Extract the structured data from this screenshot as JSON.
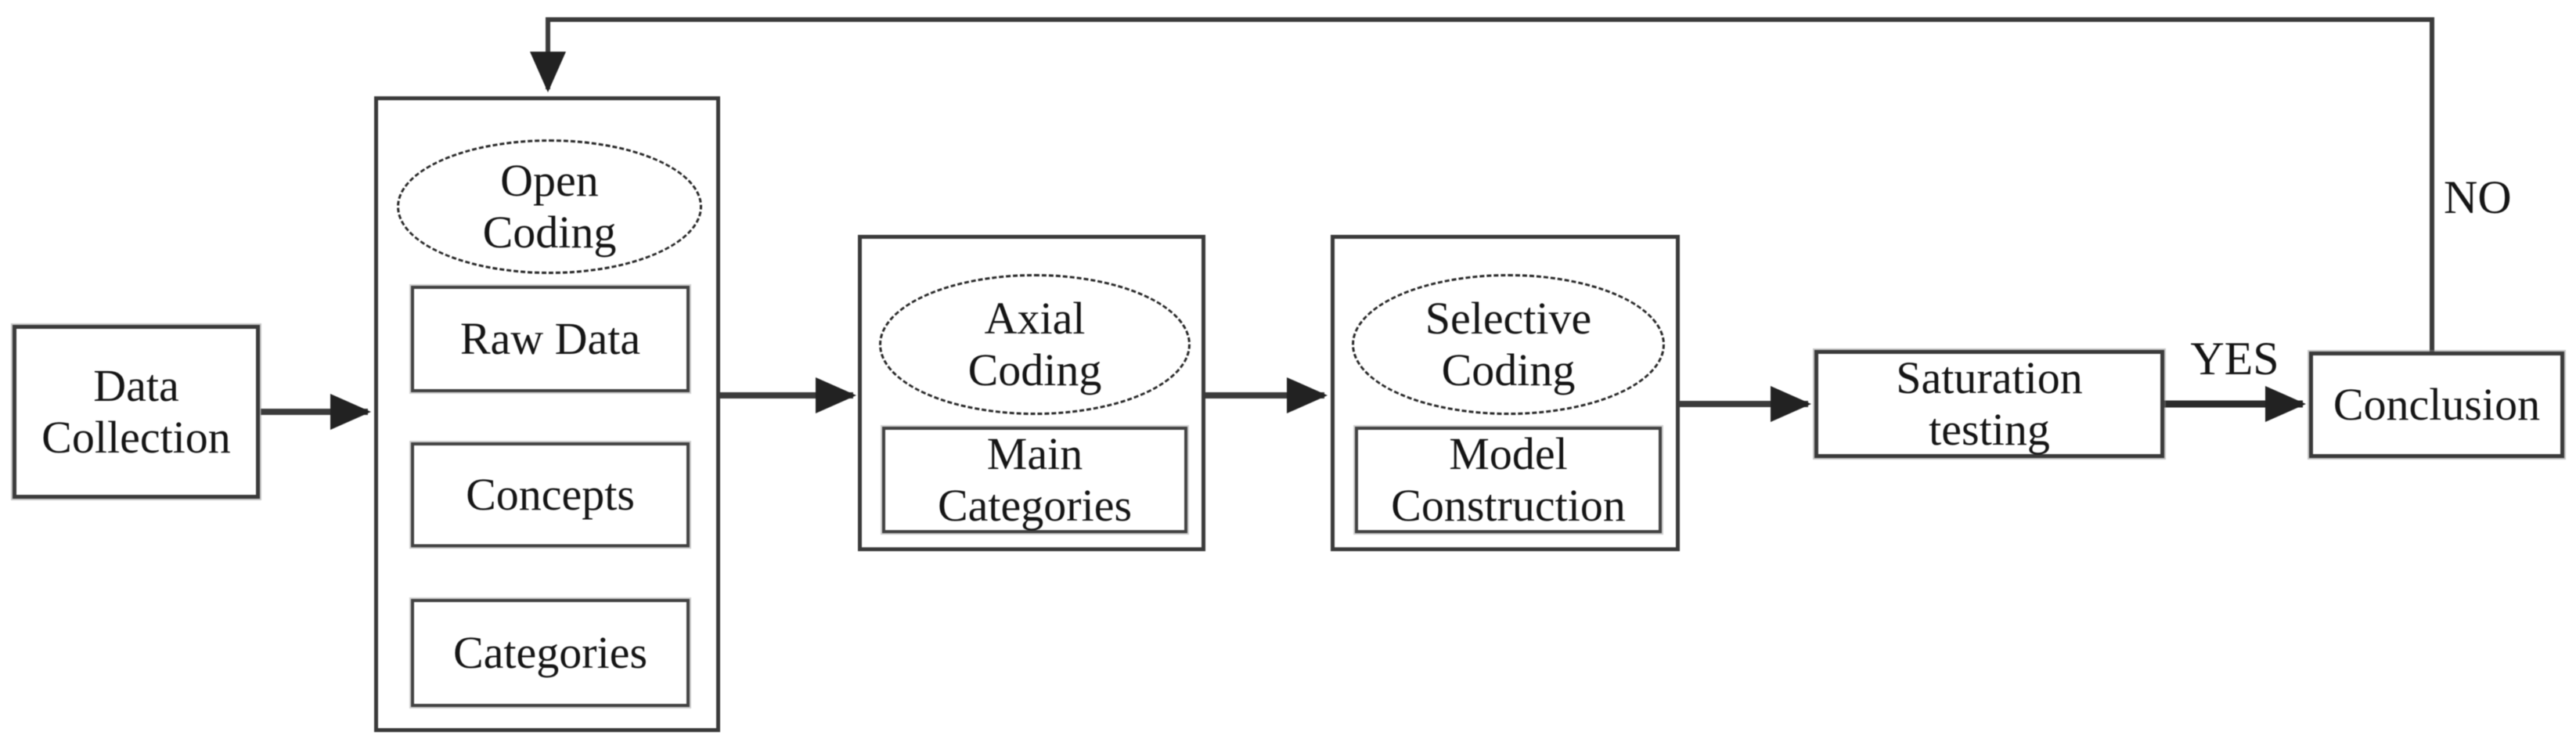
{
  "diagram": {
    "description": "Grounded theory coding process flowchart",
    "colors": {
      "background": "#ffffff",
      "line": "#3b3b3b",
      "text": "#151515"
    },
    "nodes": {
      "data_collection": {
        "lines": [
          "Data",
          "Collection"
        ]
      },
      "open_coding": {
        "ellipse_lines": [
          "Open",
          "Coding"
        ],
        "steps": [
          "Raw Data",
          "Concepts",
          "Categories"
        ]
      },
      "axial_coding": {
        "ellipse_lines": [
          "Axial",
          "Coding"
        ],
        "box_lines": [
          "Main",
          "Categories"
        ]
      },
      "selective_coding": {
        "ellipse_lines": [
          "Selective",
          "Coding"
        ],
        "box_lines": [
          "Model",
          "Construction"
        ]
      },
      "saturation_testing": {
        "lines": [
          "Saturation",
          "testing"
        ]
      },
      "conclusion": {
        "label": "Conclusion"
      }
    },
    "edge_labels": {
      "yes": "YES",
      "no": "NO"
    }
  }
}
